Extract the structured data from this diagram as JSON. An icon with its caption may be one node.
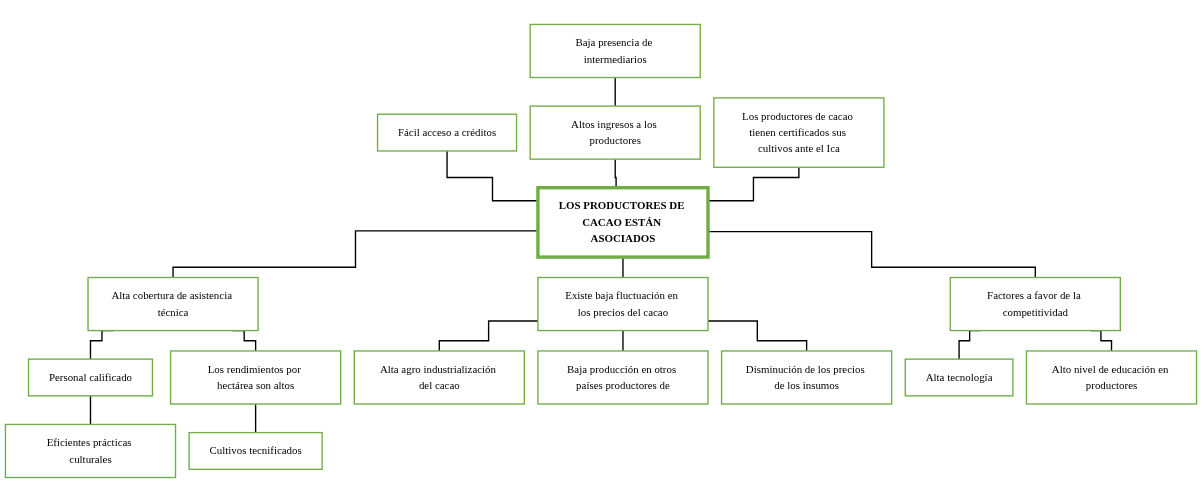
{
  "diagram": {
    "nodes": [
      {
        "text": [
          "Baja presencia de intermediarios"
        ]
      },
      {
        "text": [
          "Fácil acceso a créditos"
        ]
      },
      {
        "text": [
          "Altos ingresos a los productores"
        ]
      },
      {
        "text": [
          "Los productores de cacao tienen certificados sus cultivos ante el Ica"
        ]
      },
      {
        "text": [
          "LOS PRODUCTORES DE CACAO ESTÁN ASOCIADOS"
        ]
      },
      {
        "text": [
          "Alta cobertura de asistencia técnica"
        ]
      },
      {
        "text": [
          "Existe baja fluctuación en los precios del cacao"
        ]
      },
      {
        "text": [
          "Factores a favor de la competitividad"
        ]
      },
      {
        "text": [
          "Personal calificado"
        ]
      },
      {
        "text": [
          "Los rendimientos por hectárea son altos"
        ]
      },
      {
        "text": [
          "Alta agro industrialización del cacao"
        ]
      },
      {
        "text": [
          "Baja producción en otros países productores de"
        ]
      },
      {
        "text": [
          "Alta tecnología"
        ]
      },
      {
        "text": [
          "Alto nivel de educación en productores"
        ]
      },
      {
        "text": [
          "Eficientes prácticas culturales"
        ]
      },
      {
        "text": [
          "Cultivos tecnificados"
        ]
      },
      {
        "text": [
          "Disminución de los precios de los insumos"
        ]
      }
    ],
    "edges": [
      {
        "from": 0,
        "to": 2,
        "arrow": "none"
      },
      {
        "from": 1,
        "to": 4,
        "arrow": "none"
      },
      {
        "from": 2,
        "to": 4,
        "arrow": "none"
      },
      {
        "from": 3,
        "to": 4,
        "arrow": "none"
      },
      {
        "from": 4,
        "to": 5,
        "arrow": "none"
      },
      {
        "from": 4,
        "to": 6,
        "arrow": "none"
      },
      {
        "from": 4,
        "to": 7,
        "arrow": "none"
      },
      {
        "from": 5,
        "to": 8,
        "arrow": "none"
      },
      {
        "from": 5,
        "to": 9,
        "arrow": "none"
      },
      {
        "from": 6,
        "to": 10,
        "arrow": "none"
      },
      {
        "from": 6,
        "to": 11,
        "arrow": "none"
      },
      {
        "from": 6,
        "to": 16,
        "arrow": "none"
      },
      {
        "from": 7,
        "to": 12,
        "arrow": "none"
      },
      {
        "from": 7,
        "to": 13,
        "arrow": "none"
      },
      {
        "from": 8,
        "to": 14,
        "arrow": "none"
      },
      {
        "from": 9,
        "to": 15,
        "arrow": "none"
      }
    ]
  }
}
